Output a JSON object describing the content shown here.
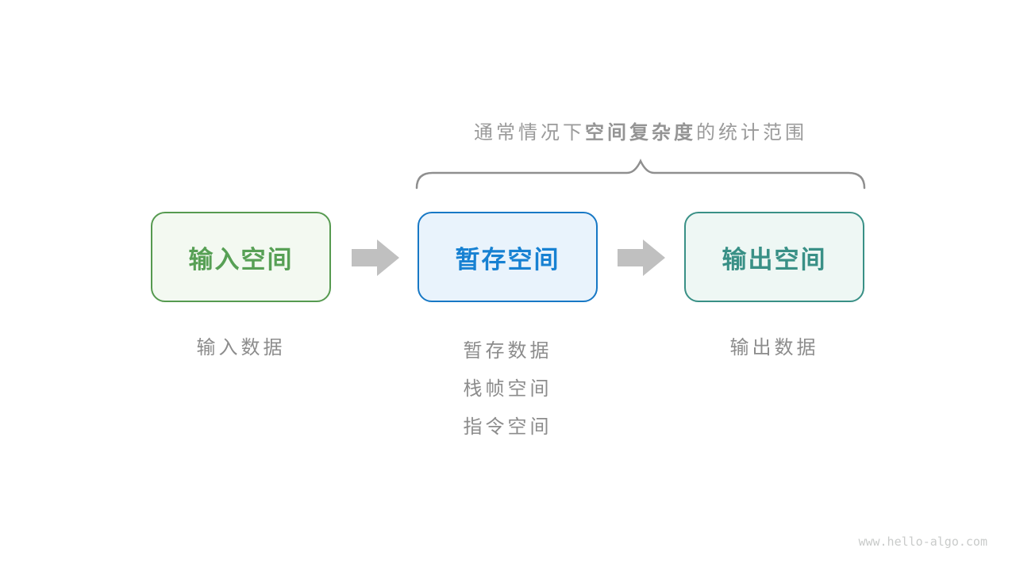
{
  "title": {
    "prefix": "通常情况下",
    "emphasis": "空间复杂度",
    "suffix": "的统计范围"
  },
  "boxes": [
    {
      "id": "input-space",
      "label": "输入空间"
    },
    {
      "id": "buffer-space",
      "label": "暂存空间"
    },
    {
      "id": "output-space",
      "label": "输出空间"
    }
  ],
  "annotations": {
    "col1": [
      "输入数据"
    ],
    "col2": [
      "暂存数据",
      "栈帧空间",
      "指令空间"
    ],
    "col3": [
      "输出数据"
    ]
  },
  "watermark": "www.hello-algo.com",
  "colors": {
    "input_border": "#569a50",
    "input_bg": "#f3f9f1",
    "input_text": "#57a055",
    "buffer_border": "#1778c5",
    "buffer_bg": "#e9f3fc",
    "buffer_text": "#1781d2",
    "output_border": "#399086",
    "output_bg": "#eef7f4",
    "output_text": "#399086",
    "arrow": "#c0c0c0",
    "brace": "#8f8f8f",
    "label_text": "#8c8c8c",
    "title_text": "#9a9a9a",
    "watermark_text": "#c9cbca"
  }
}
